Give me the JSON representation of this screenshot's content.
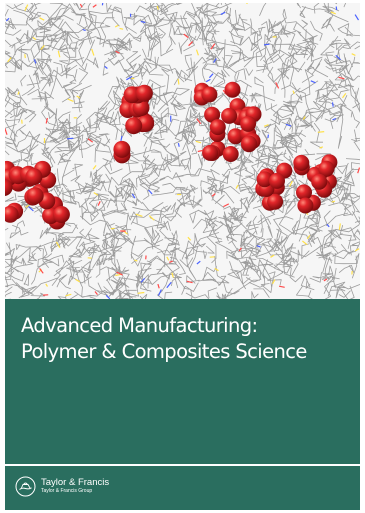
{
  "journal": {
    "title_line1": "Advanced Manufacturing:",
    "title_line2": "Polymer & Composites Science"
  },
  "publisher": {
    "name": "Taylor & Francis",
    "group": "Taylor & Francis Group"
  },
  "cover_image": {
    "description_icon": "molecular-structure-illustration"
  },
  "colors": {
    "band": "#2a6e5f",
    "atom_red": "#c8181c",
    "bond_gray": "#9c9c9c"
  }
}
